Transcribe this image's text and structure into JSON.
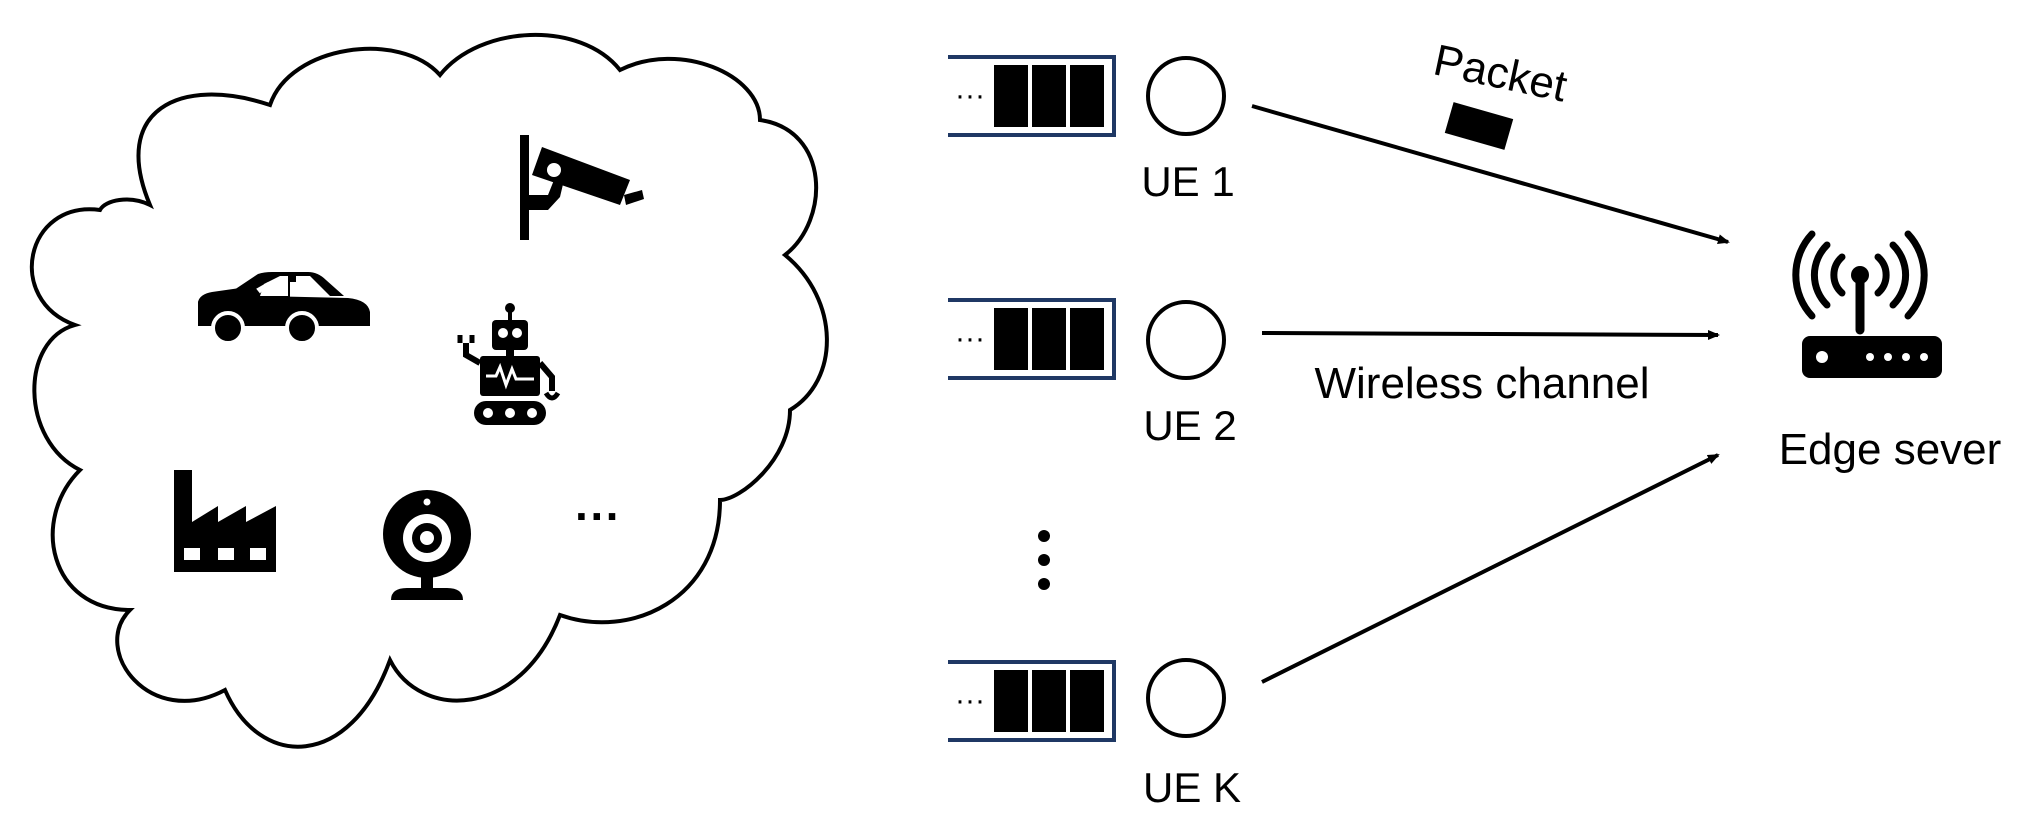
{
  "labels": {
    "ue1": "UE 1",
    "ue2": "UE 2",
    "ueK": "UE K",
    "packet": "Packet",
    "wireless_channel": "Wireless channel",
    "edge_server": "Edge sever",
    "queue_ellipsis": "···",
    "cloud_ellipsis": "···",
    "vertical_ellipsis": "⋮"
  },
  "colors": {
    "stroke": "#000000",
    "queue_border": "#1f3864",
    "fill": "#000000",
    "background": "#ffffff"
  },
  "icons": [
    "security-camera-icon",
    "car-icon",
    "robot-icon",
    "factory-icon",
    "webcam-icon",
    "wifi-router-icon"
  ]
}
